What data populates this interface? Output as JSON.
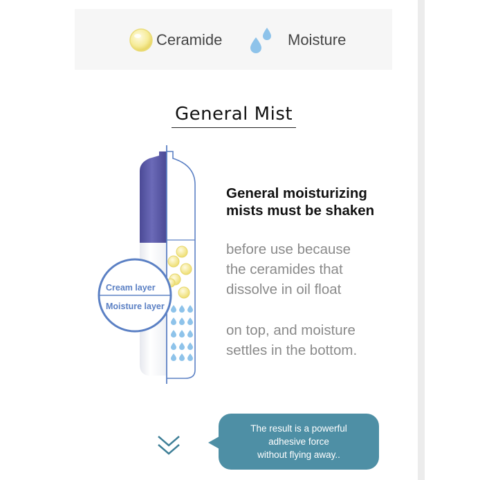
{
  "legend": {
    "ceramide_label": "Ceramide",
    "moisture_label": "Moisture"
  },
  "section": {
    "title": "General Mist"
  },
  "description": {
    "headline_line1": "General moisturizing",
    "headline_line2": "mists must be shaken",
    "body_para1": [
      "before use because",
      "the ceramides that",
      "dissolve in oil float"
    ],
    "body_para2": [
      "on top, and moisture",
      "settles in the bottom."
    ]
  },
  "illustration": {
    "cream_layer_label": "Cream layer",
    "moisture_layer_label": "Moisture layer"
  },
  "callout": {
    "lines": [
      "The result is a powerful",
      "adhesive force",
      "without flying away.."
    ]
  },
  "colors": {
    "cap": "#5b5aa8",
    "outline": "#6a8fd1",
    "ceramide": "#f3e88a",
    "droplet": "#8ec3ea",
    "callout": "#4e8fa5"
  },
  "icons": [
    "ceramide-bubble-icon",
    "water-drops-icon",
    "double-chevron-down-icon"
  ]
}
